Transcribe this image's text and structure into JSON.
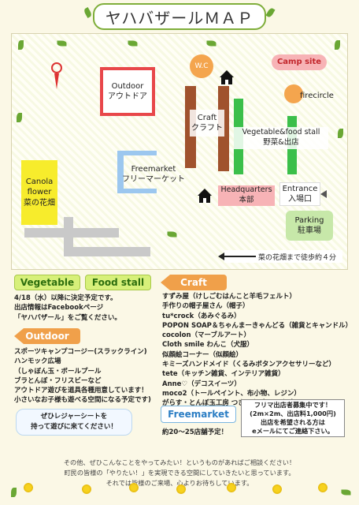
{
  "title": "ヤハバザールＭＡＰ",
  "map": {
    "outdoor": [
      "Outdoor",
      "アウトドア"
    ],
    "wc": "W.C",
    "camp_site": "Camp site",
    "firecircle": "firecircle",
    "craft": [
      "Craft",
      "クラフト"
    ],
    "vegetable_food": [
      "Vegetable&food stall",
      "野菜&出店"
    ],
    "freemarket": [
      "Freemarket",
      "フリーマーケット"
    ],
    "canola": [
      "Canola",
      "flower",
      "菜の花畑"
    ],
    "headquarters": [
      "Headquarters",
      "本部"
    ],
    "entrance": [
      "Entrance",
      "入場口"
    ],
    "parking": [
      "Parking",
      "駐車場"
    ],
    "walk_note": "菜の花畑まで徒歩約４分"
  },
  "tags": {
    "vegetable": "Vegetable",
    "food_stall": "Food stall",
    "craft": "Craft",
    "outdoor": "Outdoor",
    "freemarket": "Freemarket"
  },
  "vegetable_text": [
    "4/18（水）以降に決定予定です。",
    "出店情報はFacebookページ",
    "「ヤハバザール」をご覧ください。"
  ],
  "craft_text": [
    "すずみ屋（けしごむはんこと羊毛フェルト）",
    "手作りの帽子屋さん（帽子）",
    "tu*crock（あみぐるみ）",
    "POPON SOAP＆ちゃんまーきゃんどる（雑貨とキャンドル）",
    "cocolon（マーブルアート）",
    "Cloth smile わんこ（犬服）",
    "似顔絵コーナー（似顔絵）",
    "キミーズハンドメイド（くるみボタンアクセサリーなど）",
    "tete（キッチン雑貨、インテリア雑貨）",
    "Anne♡（デコスイーツ）",
    "moco2（トールペイント、布小物、レジン）",
    "がらす・とんぼ玉工房 つきのき（とんぼ玉）"
  ],
  "outdoor_text": [
    "スポーツキャンプコージー(スラックライン)",
    "ハンモック広場",
    "（しゃぼん玉・ボールプール",
    "ブラとんぼ・フリスビーなど",
    "アウトドア遊びを道具各種用意しています！",
    "小さいなお子様も遊べる空間になる予定です)"
  ],
  "leisure_note": [
    "ぜひレジャーシートを",
    "持って遊びに来てください！"
  ],
  "freemarket_sub": "約20～25店舗予定！",
  "freemarket_box": [
    "フリマ出店者募集中です！",
    "(2m×2m、出店料1,000円)",
    "出店を希望される方は",
    "eメールにてご連絡下さい。"
  ],
  "bottom_note": [
    "その他、ぜひこんなことをやってみたい！というものがあればご相談ください！",
    "町民の皆様の「やりたい！」を実現できる空間にしていきたいと思っています。",
    "それでは皆様のご来場、心よりお待ちしています。"
  ],
  "colors": {
    "leaf": "#6aa734",
    "craft_tag": "#f0a04a",
    "vegetable_tag": "#d7f07a",
    "outdoor_box": "#e8474a",
    "brown": "#a0522d",
    "green": "#3bbf4a"
  }
}
